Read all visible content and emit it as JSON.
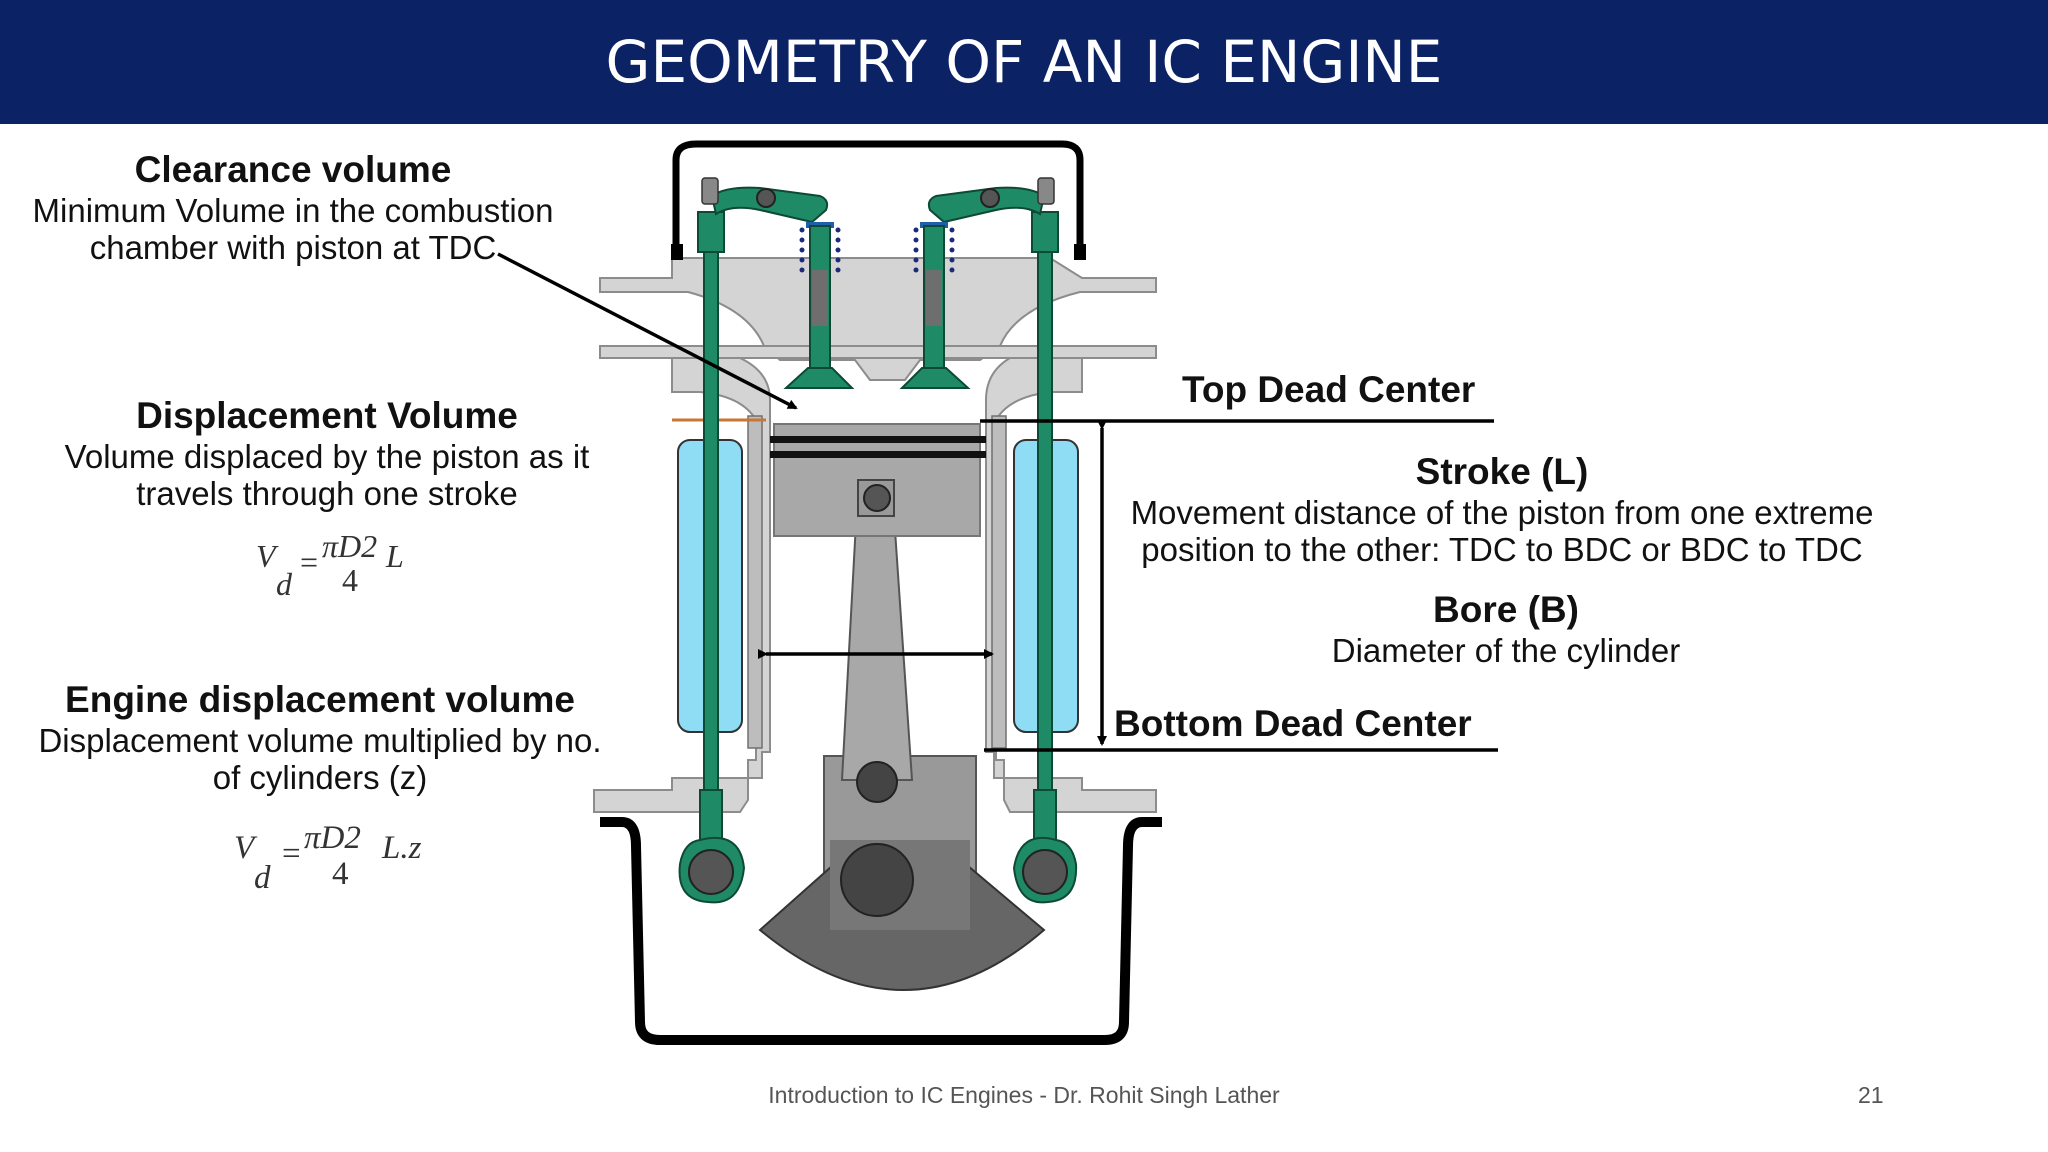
{
  "slide": {
    "title": "GEOMETRY OF AN IC ENGINE",
    "footer": "Introduction to IC Engines - Dr. Rohit Singh Lather",
    "page_number": "21"
  },
  "left": {
    "clearance": {
      "heading": "Clearance volume",
      "desc_line1": "Minimum Volume in the combustion",
      "desc_line2": "chamber with piston at TDC"
    },
    "displacement": {
      "heading": "Displacement Volume",
      "desc_line1": "Volume displaced by the piston as it",
      "desc_line2": "travels through one stroke",
      "formula": {
        "lhs": "V",
        "sub": "d",
        "eq": "=",
        "num": "πD2",
        "den": "4",
        "tail": "L"
      }
    },
    "engine_displacement": {
      "heading": "Engine displacement volume",
      "desc_line1": "Displacement volume multiplied by no.",
      "desc_line2": "of cylinders (z)",
      "formula": {
        "lhs": "V",
        "sub": "d",
        "eq": "=",
        "num": "πD2",
        "den": "4",
        "tail": "L.z"
      }
    }
  },
  "right": {
    "tdc_label": "Top Dead Center",
    "bdc_label": "Bottom Dead Center",
    "stroke": {
      "heading": "Stroke (L)",
      "desc_line1": "Movement distance of the piston from one extreme",
      "desc_line2": "position to the other: TDC to BDC or BDC to TDC"
    },
    "bore": {
      "heading": "Bore (B)",
      "desc": "Diameter of the cylinder"
    }
  },
  "colors": {
    "title_bar": "#0b2365",
    "valve_green": "#1f8a66",
    "coolant_blue": "#8fdcf5",
    "engine_gray": "#d4d4d4",
    "piston_gray": "#a8a8a8"
  }
}
